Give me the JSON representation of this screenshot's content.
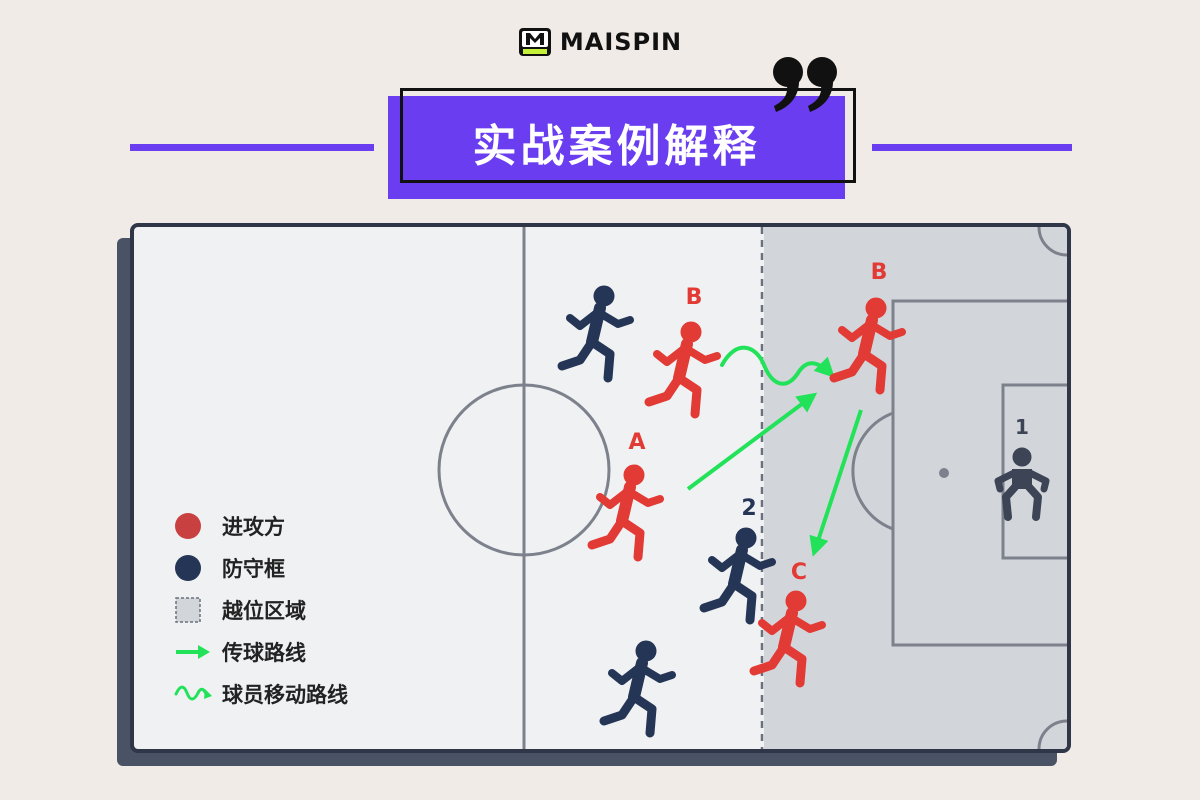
{
  "brand": {
    "name": "MAISPIN",
    "logo_letter": "M"
  },
  "title": "实战案例解释",
  "colors": {
    "accent": "#6a3df0",
    "attack": "#e23a34",
    "defense": "#253556",
    "keeper": "#3c4455",
    "pass": "#22e25a",
    "offside_zone": "#d2d6db",
    "pitch": "#f0f1f3"
  },
  "players": {
    "attack": [
      {
        "label": "B"
      },
      {
        "label": "A"
      },
      {
        "label": "B"
      },
      {
        "label": "C"
      }
    ],
    "defense": [
      {
        "label": ""
      },
      {
        "label": "2"
      },
      {
        "label": ""
      }
    ],
    "keeper": {
      "label": "1"
    }
  },
  "legend": [
    {
      "icon": "attack-dot-icon",
      "label": "进攻方"
    },
    {
      "icon": "defense-dot-icon",
      "label": "防守框"
    },
    {
      "icon": "offside-zone-icon",
      "label": "越位区域"
    },
    {
      "icon": "pass-arrow-icon",
      "label": "传球路线"
    },
    {
      "icon": "run-wave-icon",
      "label": "球员移动路线"
    }
  ]
}
